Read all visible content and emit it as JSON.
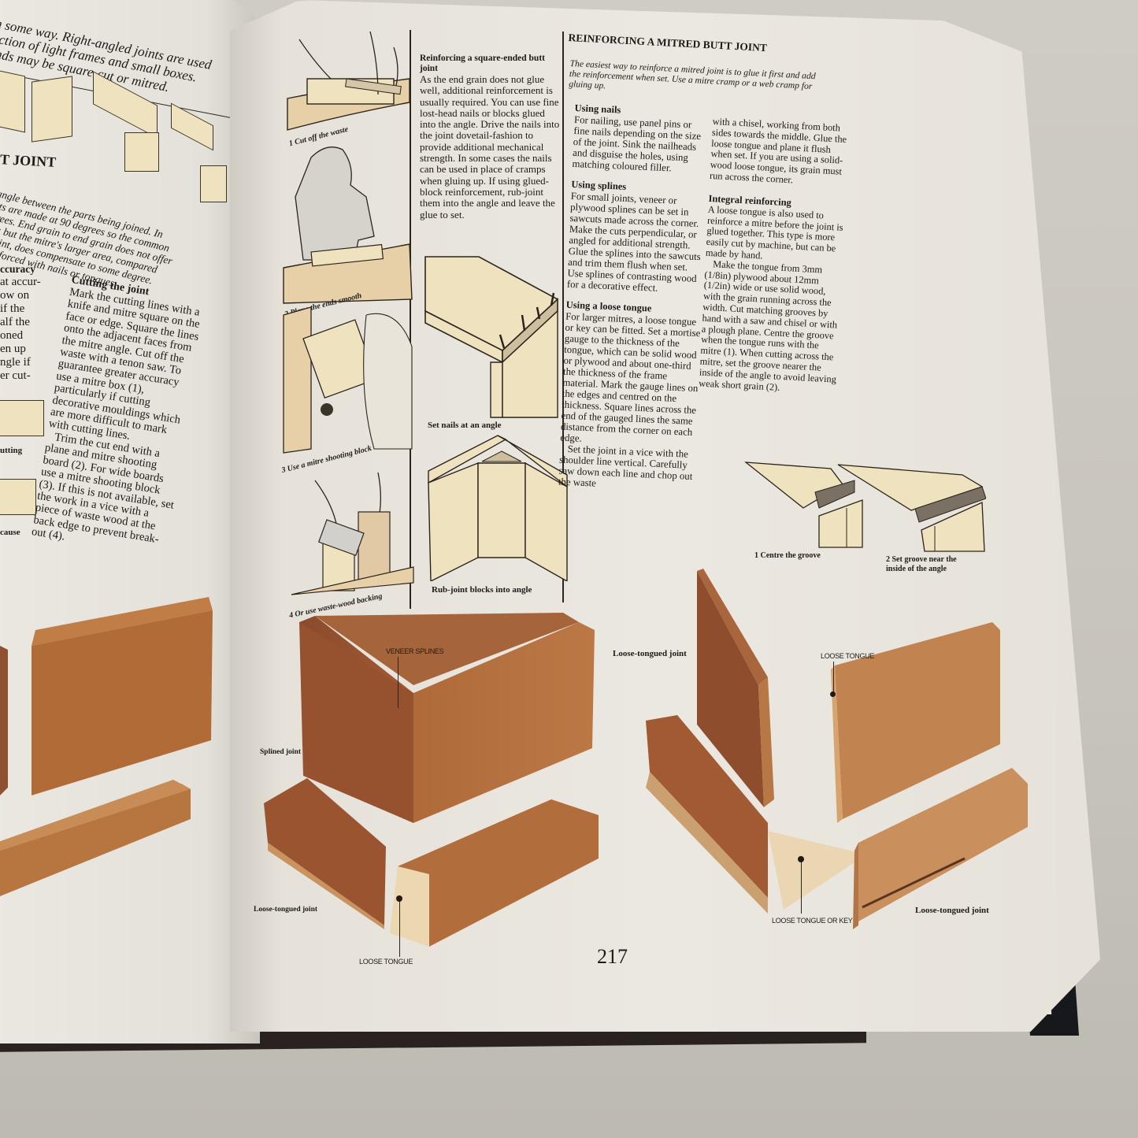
{
  "spread": {
    "page_number": "217",
    "left_page": {
      "intro_italic": [
        "n some way. Right-angled joints are used",
        "uction of light frames and small boxes.",
        "ends may be square-cut or mitred."
      ],
      "section_heading": "T JOINT",
      "section_intro": [
        "angle between the parts being joined. In",
        "uts are made at 90 degrees so the common",
        "grees. End grain to end grain does not offer",
        "ce; but the mitre's larger area, compared",
        "t joint, does compensate to some degree.",
        "reinforced with nails or tongues."
      ],
      "accuracy_heading": "ccuracy",
      "accuracy_lines": [
        "at accur-",
        "ow on",
        "if the",
        "alf the",
        "oned",
        "en up",
        "ngle if",
        "er cut-"
      ],
      "captions": [
        "utting",
        "cause"
      ],
      "cutting": {
        "heading": "Cutting the joint",
        "text": "Mark the cutting lines with a knife and mitre square on the face or edge. Square the lines onto the adjacent faces from the mitre angle. Cut off the waste with a tenon saw. To guarantee greater accuracy use a mitre box (1), particularly if cutting decorative mouldings which are more difficult to mark with cutting lines.",
        "text2": "Trim the cut end with a plane and mitre shooting board (2). For wide boards use a mitre shooting block (3). If this is not available, set the work in a vice with a piece of waste wood at the back edge to prevent break-out (4)."
      }
    },
    "right_page": {
      "step_captions": [
        "1 Cut off the waste",
        "2 Plane the ends smooth",
        "3 Use a mitre shooting block",
        "4 Or use waste-wood backing"
      ],
      "square_ended": {
        "heading": "Reinforcing a square-ended butt joint",
        "text": "As the end grain does not glue well, additional reinforcement is usually required. You can use fine lost-head nails or blocks glued into the angle. Drive the nails into the joint dovetail-fashion to provide additional mechanical strength. In some cases the nails can be used in place of cramps when gluing up. If using glued-block reinforcement, rub-joint them into the angle and leave the glue to set.",
        "captions": [
          "Set nails at an angle",
          "Rub-joint blocks into angle"
        ]
      },
      "mitred": {
        "title": "REINFORCING A MITRED BUTT JOINT",
        "intro": "The easiest way to reinforce a mitred joint is to glue it first and add the reinforcement when set. Use a mitre cramp or a web cramp for gluing up.",
        "nails_heading": "Using nails",
        "nails_text": "For nailing, use panel pins or fine nails depending on the size of the joint. Sink the nailheads and disguise the holes, using matching coloured filler.",
        "splines_heading": "Using splines",
        "splines_text": "For small joints, veneer or plywood splines can be set in sawcuts made across the corner. Make the cuts perpendicular, or angled for additional strength. Glue the splines into the sawcuts and trim them flush when set. Use splines of contrasting wood for a decorative effect.",
        "tongue_heading": "Using a loose tongue",
        "tongue_text": "For larger mitres, a loose tongue or key can be fitted. Set a mortise gauge to the thickness of the tongue, which can be solid wood or plywood and about one-third the thickness of the frame material. Mark the gauge lines on the edges and centred on the thickness. Square lines across the end of the gauged lines the same distance from the corner on each edge.",
        "tongue_text2": "Set the joint in a vice with the shoulder line vertical. Carefully saw down each line and chop out the waste",
        "col3_text": "with a chisel, working from both sides towards the middle. Glue the loose tongue and plane it flush when set. If you are using a solid-wood loose tongue, its grain must run across the corner.",
        "integral_heading": "Integral reinforcing",
        "integral_text": "A loose tongue is also used to reinforce a mitre before the joint is glued together. This type is more easily cut by machine, but can be made by hand.",
        "integral_text2": "Make the tongue from 3mm (1/8in) plywood about 12mm (1/2in) wide or use solid wood, with the grain running across the width. Cut matching grooves by hand with a saw and chisel or with a plough plane. Centre the groove when the tongue runs with the mitre (1). When cutting across the mitre, set the groove nearer the inside of the angle to avoid leaving weak short grain (2).",
        "groove_captions": [
          "1 Centre the groove",
          "2 Set groove near the inside of the angle"
        ]
      },
      "photo_labels": {
        "veneer_splines": "VENEER SPLINES",
        "splined_joint": "Splined joint",
        "loose_tongued_joint_a": "Loose-tongued joint",
        "loose_tongue_a": "LOOSE TONGUE",
        "loose_tongued_joint_b": "Loose-tongued joint",
        "loose_tongue_b": "LOOSE TONGUE",
        "loose_tongue_or_key": "LOOSE TONGUE OR KEY",
        "loose_tongued_joint_c": "Loose-tongued joint"
      }
    },
    "colors": {
      "paper": "#ebe8e1",
      "illustration_fill": "#efe2bf",
      "wood_dark": "#8e5232",
      "wood_mid": "#b0703f",
      "wood_light": "#c88c57",
      "cover": "#16181c"
    }
  }
}
